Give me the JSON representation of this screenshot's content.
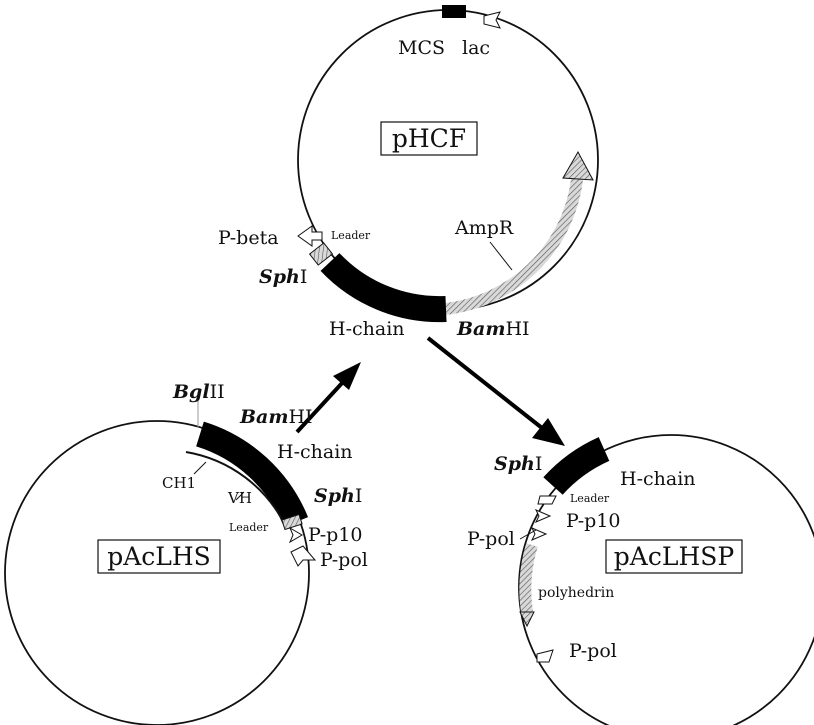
{
  "plasmids": {
    "pHCF": {
      "name": "pHCF",
      "mcs": "MCS",
      "lac": "lac",
      "pbeta": "P-beta",
      "leader": "Leader",
      "amp": "AmpR",
      "sph_italic": "Sph",
      "sph_roman": "I",
      "hchain": "H-chain",
      "bam_italic": "Bam",
      "bam_roman": "HI"
    },
    "pAcLHS": {
      "name": "pAcLHS",
      "bgl_italic": "Bgl",
      "bgl_roman": "II",
      "bam_italic": "Bam",
      "bam_roman": "HI",
      "hchain": "H-chain",
      "ch1": "CH1",
      "vh": "VH",
      "leader": "Leader",
      "sph_italic": "Sph",
      "sph_roman": "I",
      "pp10": "P-p10",
      "ppol": "P-pol"
    },
    "pAcLHSP": {
      "name": "pAcLHSP",
      "sph_italic": "Sph",
      "sph_roman": "I",
      "hchain": "H-chain",
      "leader": "Leader",
      "pp10": "P-p10",
      "ppol_left": "P-pol",
      "polyhedrin": "polyhedrin",
      "ppol_bottom": "P-pol"
    }
  },
  "colors": {
    "line": "#111111",
    "insert": "#000000",
    "hatch": "#9a9a9a",
    "background": "#ffffff"
  }
}
